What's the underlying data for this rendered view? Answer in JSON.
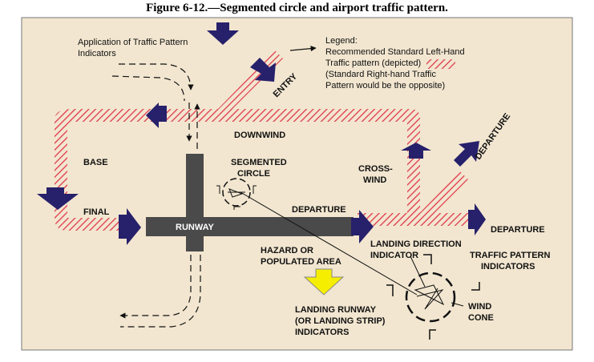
{
  "figure_title": "Figure 6-12.—Segmented circle and airport traffic pattern.",
  "labels": {
    "application_1": "Application of Traffic Pattern",
    "application_2": "Indicators",
    "legend_title": "Legend:",
    "legend_1": "Recommended Standard Left-Hand",
    "legend_2": "Traffic pattern (depicted)",
    "legend_3": "(Standard Right-hand Traffic",
    "legend_4": "Pattern would be the opposite)",
    "entry": "ENTRY",
    "downwind": "DOWNWIND",
    "base": "BASE",
    "final": "FINAL",
    "segmented_1": "SEGMENTED",
    "segmented_2": "CIRCLE",
    "runway": "RUNWAY",
    "departure_runway": "DEPARTURE",
    "crosswind_1": "CROSS-",
    "crosswind_2": "WIND",
    "departure_diag": "DEPARTURE",
    "departure_right": "DEPARTURE",
    "hazard_1": "HAZARD OR",
    "hazard_2": "POPULATED AREA",
    "ldi_1": "LANDING DIRECTION",
    "ldi_2": "INDICATOR",
    "tpi_1": "TRAFFIC PATTERN",
    "tpi_2": "INDICATORS",
    "wind_1": "WIND",
    "wind_2": "CONE",
    "lri_1": "LANDING RUNWAY",
    "lri_2": "(OR LANDING STRIP)",
    "lri_3": "INDICATORS"
  },
  "colors": {
    "background": "#f2e6d0",
    "arrow": "#27206b",
    "hatch": "#e0384a",
    "runway": "#4a4a4a",
    "hazard_arrow": "#f5ee00"
  }
}
